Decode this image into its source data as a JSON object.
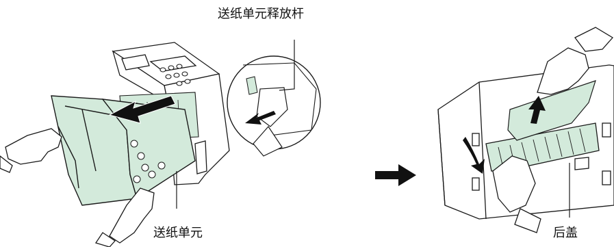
{
  "labels": {
    "release_lever": "送纸单元释放杆",
    "feed_unit": "送纸单元",
    "rear_cover": "后盖"
  },
  "colors": {
    "part_fill": "#d3eadb",
    "line": "#1a1a1a",
    "arrow": "#111111"
  },
  "icons": {
    "pull_direction": "arrow-left-icon",
    "step_transition": "arrow-right-icon",
    "paper_direction": "arrow-up-icon",
    "cover_direction": "arrow-down-icon"
  }
}
